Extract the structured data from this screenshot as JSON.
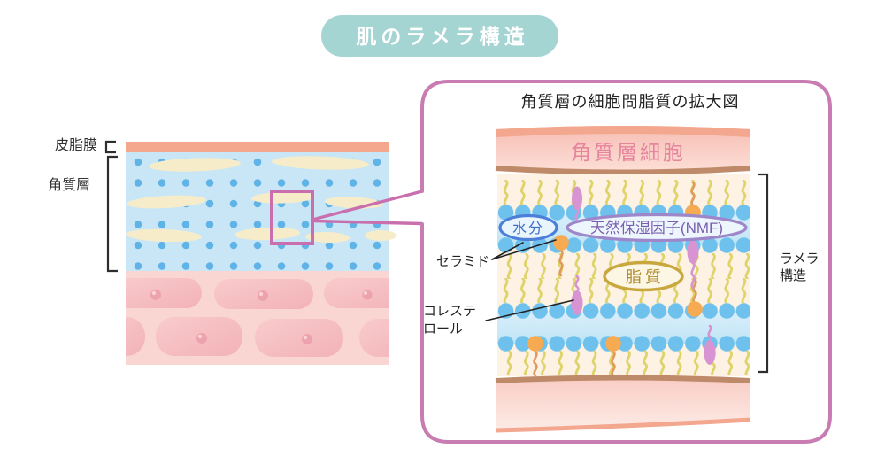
{
  "title": "肌のラメラ構造",
  "colors": {
    "accent": "#c96fae",
    "panel_border": "#c87cb2",
    "teal": "#a5d5d3",
    "sebum": "#f5a78d",
    "skin_blue": "#c9e6f6",
    "dot": "#5fb3e6",
    "lens": "#f6ecca",
    "dermis_bg": "#f9d6d1",
    "nucleus": "#eda3ad",
    "band_tan": "#bf8a69",
    "band_salmon": "#f2a78e",
    "lipid_bg": "#fdf2e3",
    "bluehead": "#6ec1ec",
    "orange": "#f6ab52",
    "orange_tail": "#e09a5e",
    "tail": "#ded368",
    "chol": "#d793d2",
    "pink_text": "#e5849d",
    "water_text": "#3e6dc6",
    "nmf_text": "#7a5fb0",
    "lipid_text": "#af8b2d",
    "ink": "#222222"
  },
  "left_diagram": {
    "sebum_label": "皮脂膜",
    "stratum_label": "角質層"
  },
  "panel": {
    "title": "角質層の細胞間脂質の拡大図",
    "corneocyte_label": "角質層細胞",
    "water_label": "水分",
    "nmf_label": "天然保湿因子(NMF)",
    "lipid_label": "脂質",
    "ceramide_label": "セラミド",
    "cholesterol_label_line1": "コレステ",
    "cholesterol_label_line2": "ロール",
    "lamella_label_line1": "ラメラ",
    "lamella_label_line2": "構造"
  }
}
